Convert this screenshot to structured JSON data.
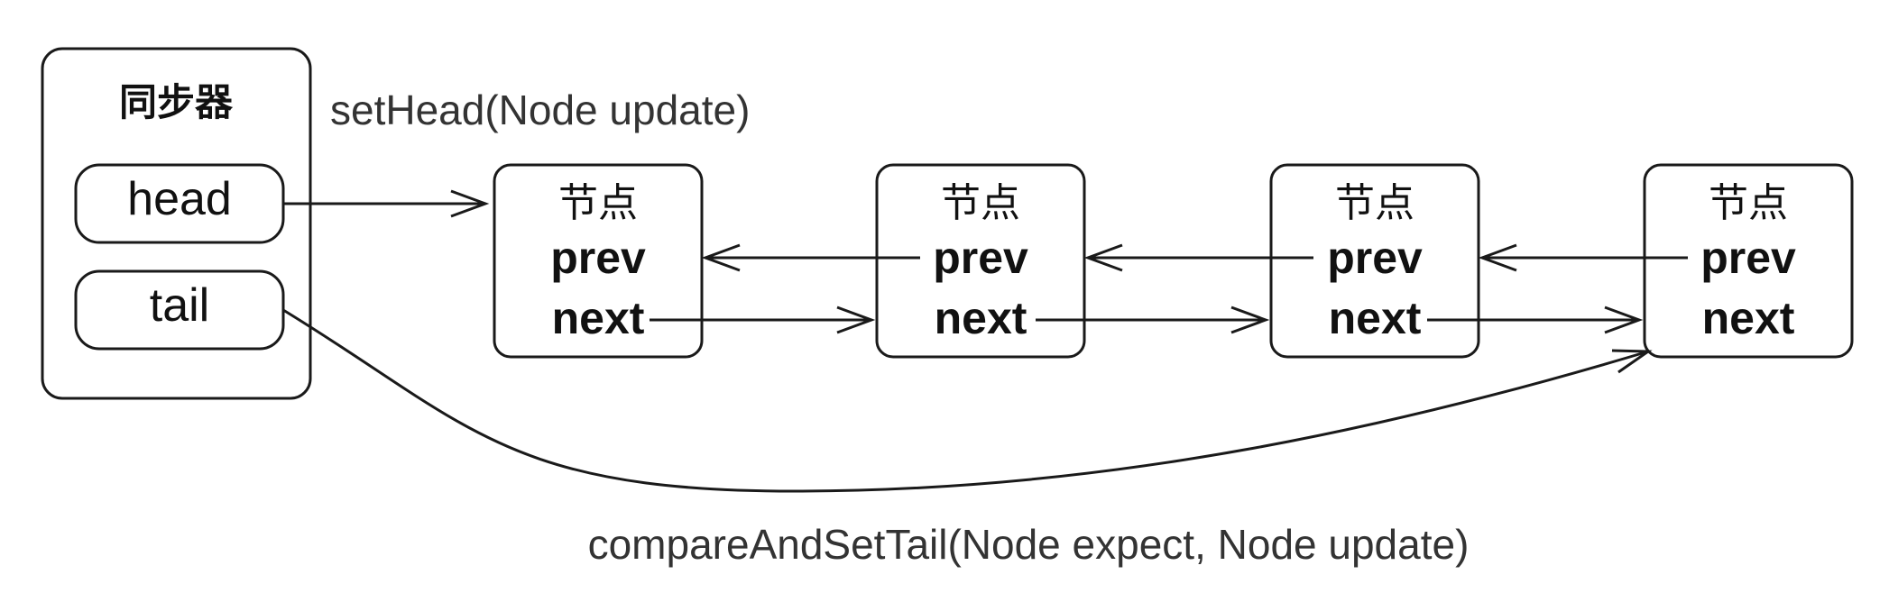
{
  "synchronizer": {
    "title": "同步器",
    "head_label": "head",
    "tail_label": "tail"
  },
  "nodes": [
    {
      "title": "节点",
      "prev": "prev",
      "next": "next"
    },
    {
      "title": "节点",
      "prev": "prev",
      "next": "next"
    },
    {
      "title": "节点",
      "prev": "prev",
      "next": "next"
    },
    {
      "title": "节点",
      "prev": "prev",
      "next": "next"
    }
  ],
  "labels": {
    "set_head": "setHead(Node update)",
    "compare_and_set_tail": "compareAndSetTail(Node expect, Node update)"
  },
  "colors": {
    "stroke": "#1a1a1a",
    "text": "#111111",
    "background": "#ffffff"
  }
}
